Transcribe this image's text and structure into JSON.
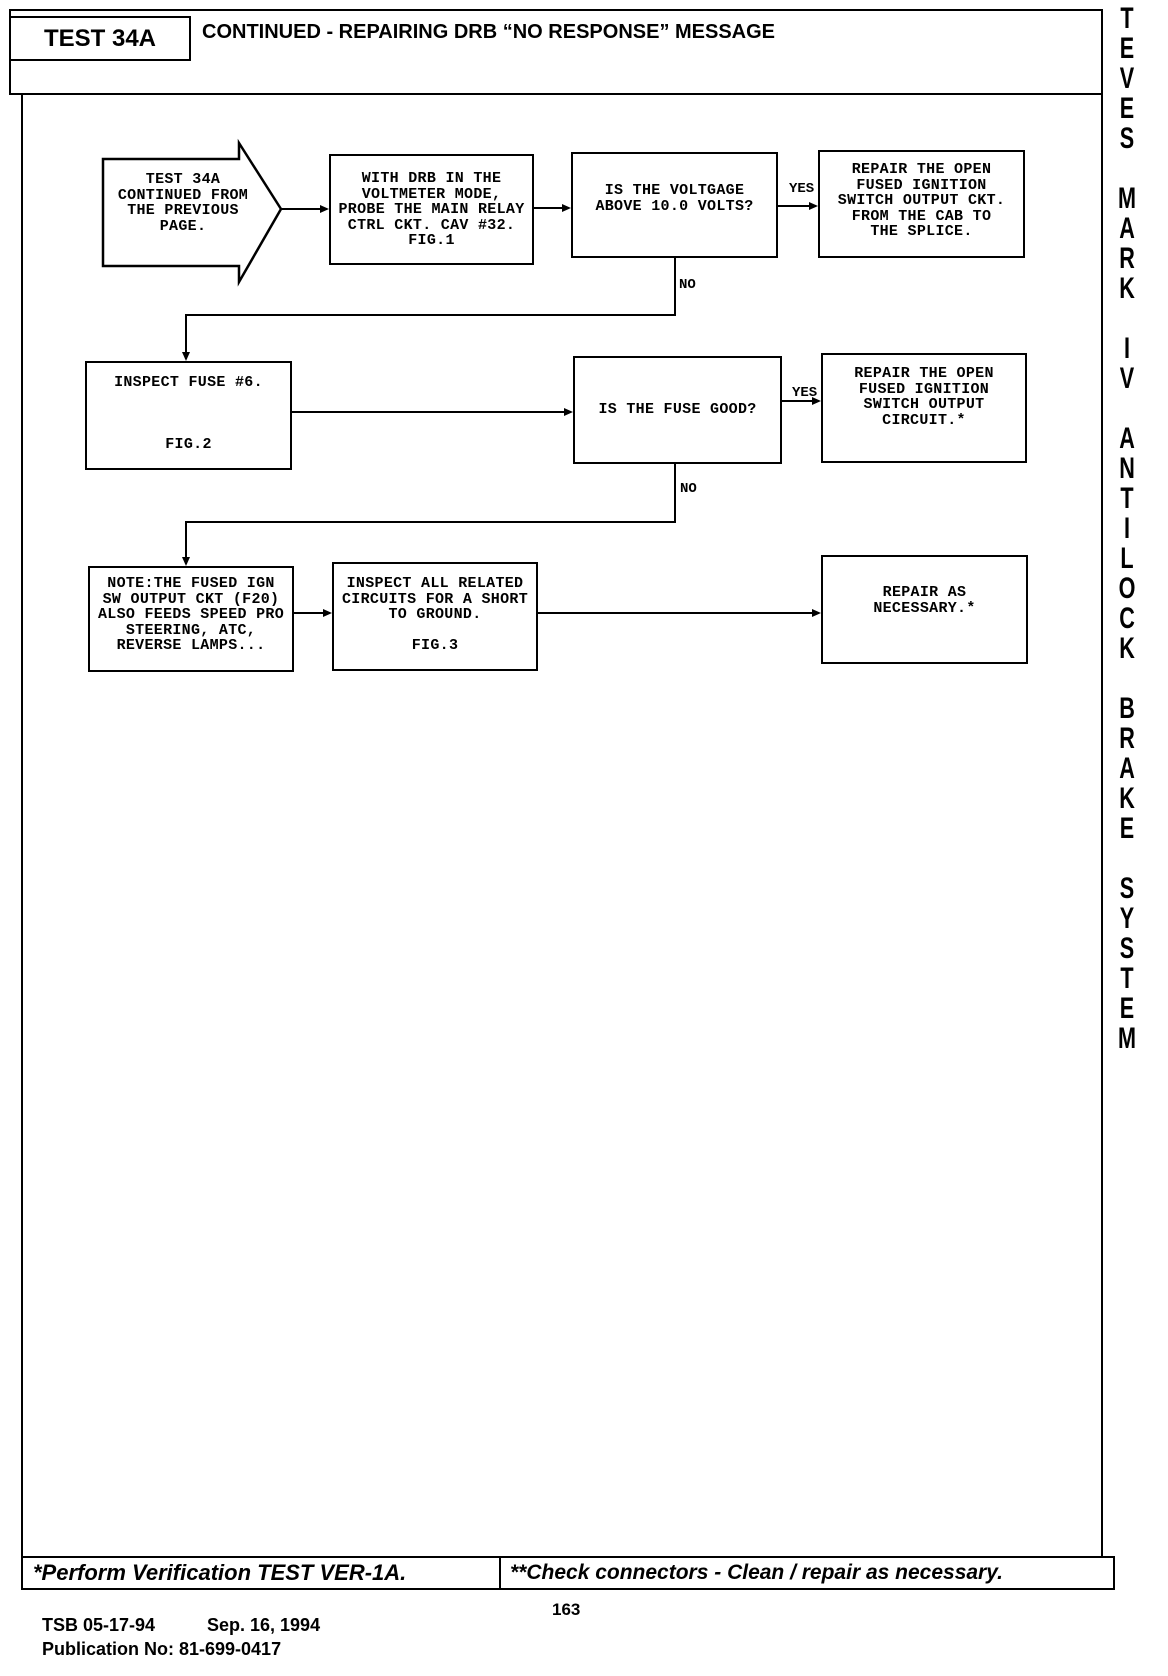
{
  "header": {
    "test_id": "TEST 34A",
    "title": "CONTINUED - REPAIRING DRB “NO RESPONSE” MESSAGE"
  },
  "side_title": "TEVES MARK IV ANTILOCK BRAKE SYSTEM",
  "flowchart": {
    "start": "TEST 34A\nCONTINUED FROM\nTHE PREVIOUS\nPAGE.",
    "probe_step": "WITH DRB IN THE\nVOLTMETER MODE,\nPROBE THE MAIN RELAY\nCTRL CKT. CAV #32.\nFIG.1",
    "voltage_question": "IS THE VOLTGAGE\nABOVE 10.0 VOLTS?",
    "repair_cab_to_splice": "REPAIR THE OPEN\nFUSED IGNITION\nSWITCH OUTPUT CKT.\nFROM THE CAB TO\nTHE SPLICE.",
    "inspect_fuse": "INSPECT FUSE #6.\n\n\n\nFIG.2",
    "fuse_question": "IS THE FUSE GOOD?",
    "repair_circuit": "REPAIR THE OPEN\nFUSED IGNITION\nSWITCH OUTPUT\nCIRCUIT.*",
    "note": "NOTE:THE FUSED IGN\nSW OUTPUT CKT (F20)\nALSO FEEDS SPEED PRO\nSTEERING, ATC,\nREVERSE LAMPS...",
    "inspect_circuits": "INSPECT ALL RELATED\nCIRCUITS FOR A SHORT\nTO GROUND.\n\nFIG.3",
    "repair_as_necessary": "REPAIR AS\nNECESSARY.*",
    "labels": {
      "voltage_yes": "YES",
      "voltage_no": "NO",
      "fuse_yes": "YES",
      "fuse_no": "NO"
    }
  },
  "footer": {
    "verification_note": "*Perform Verification TEST VER-1A.",
    "connector_note": "**Check connectors - Clean / repair as necessary."
  },
  "page": {
    "number": "163",
    "tsb": "TSB 05-17-94",
    "date": "Sep. 16, 1994",
    "publication": "Publication No: 81-699-0417"
  }
}
